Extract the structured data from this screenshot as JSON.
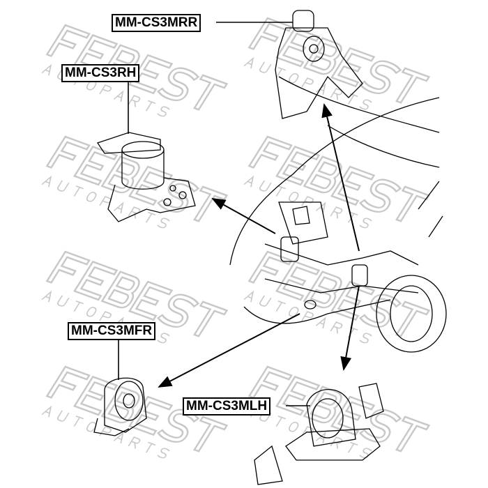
{
  "watermark": {
    "brand": "FEBEST",
    "tagline": "A U T O   P A R T S"
  },
  "labels": {
    "mrr": "MM-CS3MRR",
    "rh": "MM-CS3RH",
    "mfr": "MM-CS3MFR",
    "mlh": "MM-CS3MLH"
  },
  "colors": {
    "watermark": "#c8c8c8",
    "line": "#000000"
  }
}
